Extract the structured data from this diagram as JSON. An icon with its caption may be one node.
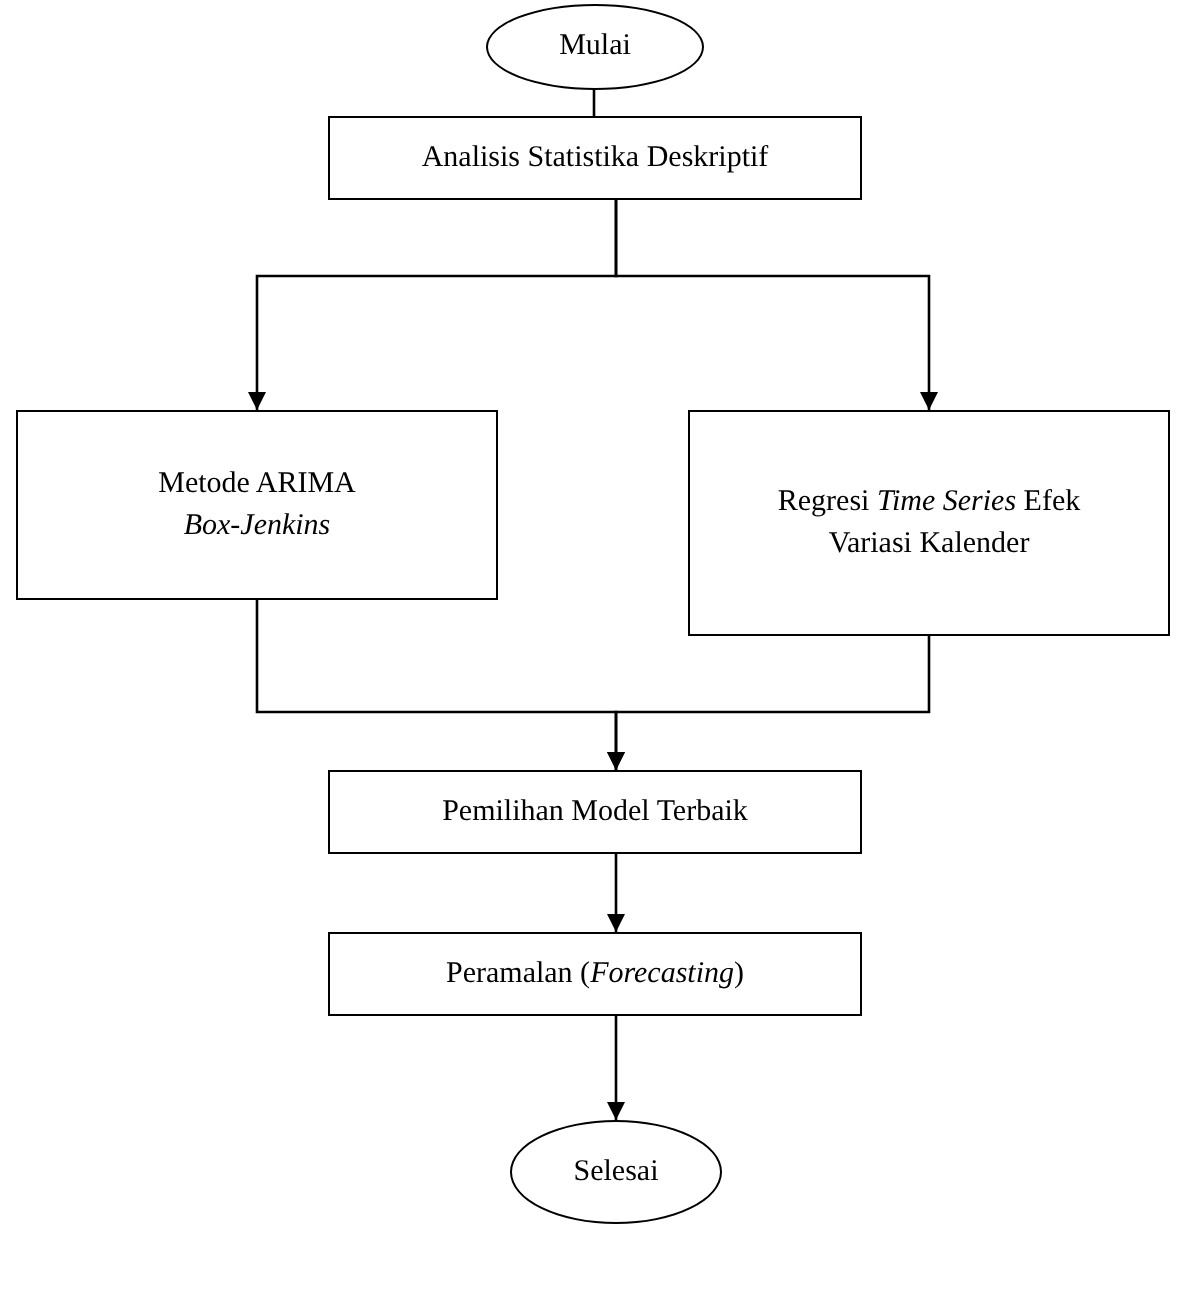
{
  "diagram": {
    "nodes": [
      {
        "text": [
          "Mulai"
        ]
      },
      {
        "text": [
          "Analisis Statistika Deskriptif"
        ]
      },
      {
        "text": [
          "Metode ARIMA *Box-Jenkins*"
        ]
      },
      {
        "text": [
          "Regresi *Time Series* Efek Variasi Kalender"
        ]
      },
      {
        "text": [
          "Pemilihan Model Terbaik"
        ]
      },
      {
        "text": [
          "Peramalan (*Forecasting*)"
        ]
      },
      {
        "text": [
          "Selesai"
        ]
      }
    ],
    "edges": [
      {
        "from": 0,
        "to": 1,
        "arrow": "none"
      },
      {
        "from": 1,
        "to": 2,
        "arrow": "to"
      },
      {
        "from": 1,
        "to": 3,
        "arrow": "to"
      },
      {
        "from": 2,
        "to": 4,
        "arrow": "to"
      },
      {
        "from": 3,
        "to": 4,
        "arrow": "to"
      },
      {
        "from": 4,
        "to": 5,
        "arrow": "to"
      },
      {
        "from": 5,
        "to": 6,
        "arrow": "to"
      }
    ]
  }
}
